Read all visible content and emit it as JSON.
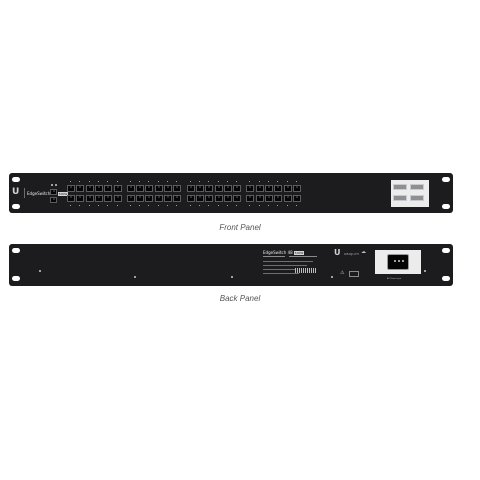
{
  "front": {
    "caption": "Front Panel",
    "logo_glyph": "U",
    "model_label": "EdgeSwitch 48",
    "model_badge": "500W",
    "rj45_port_count": 48,
    "port_groups": 4,
    "sfp_port_count": 4
  },
  "back": {
    "caption": "Back Panel",
    "model_label": "EdgeSwitch 48",
    "model_badge": "500W",
    "brand_logo_glyph": "U",
    "brand_name": "UBIQUITI",
    "power_input_label": "AC Power Input"
  },
  "colors": {
    "chassis": "#1c1c1e",
    "port": "#050505",
    "caption": "#555555",
    "background": "#ffffff"
  }
}
